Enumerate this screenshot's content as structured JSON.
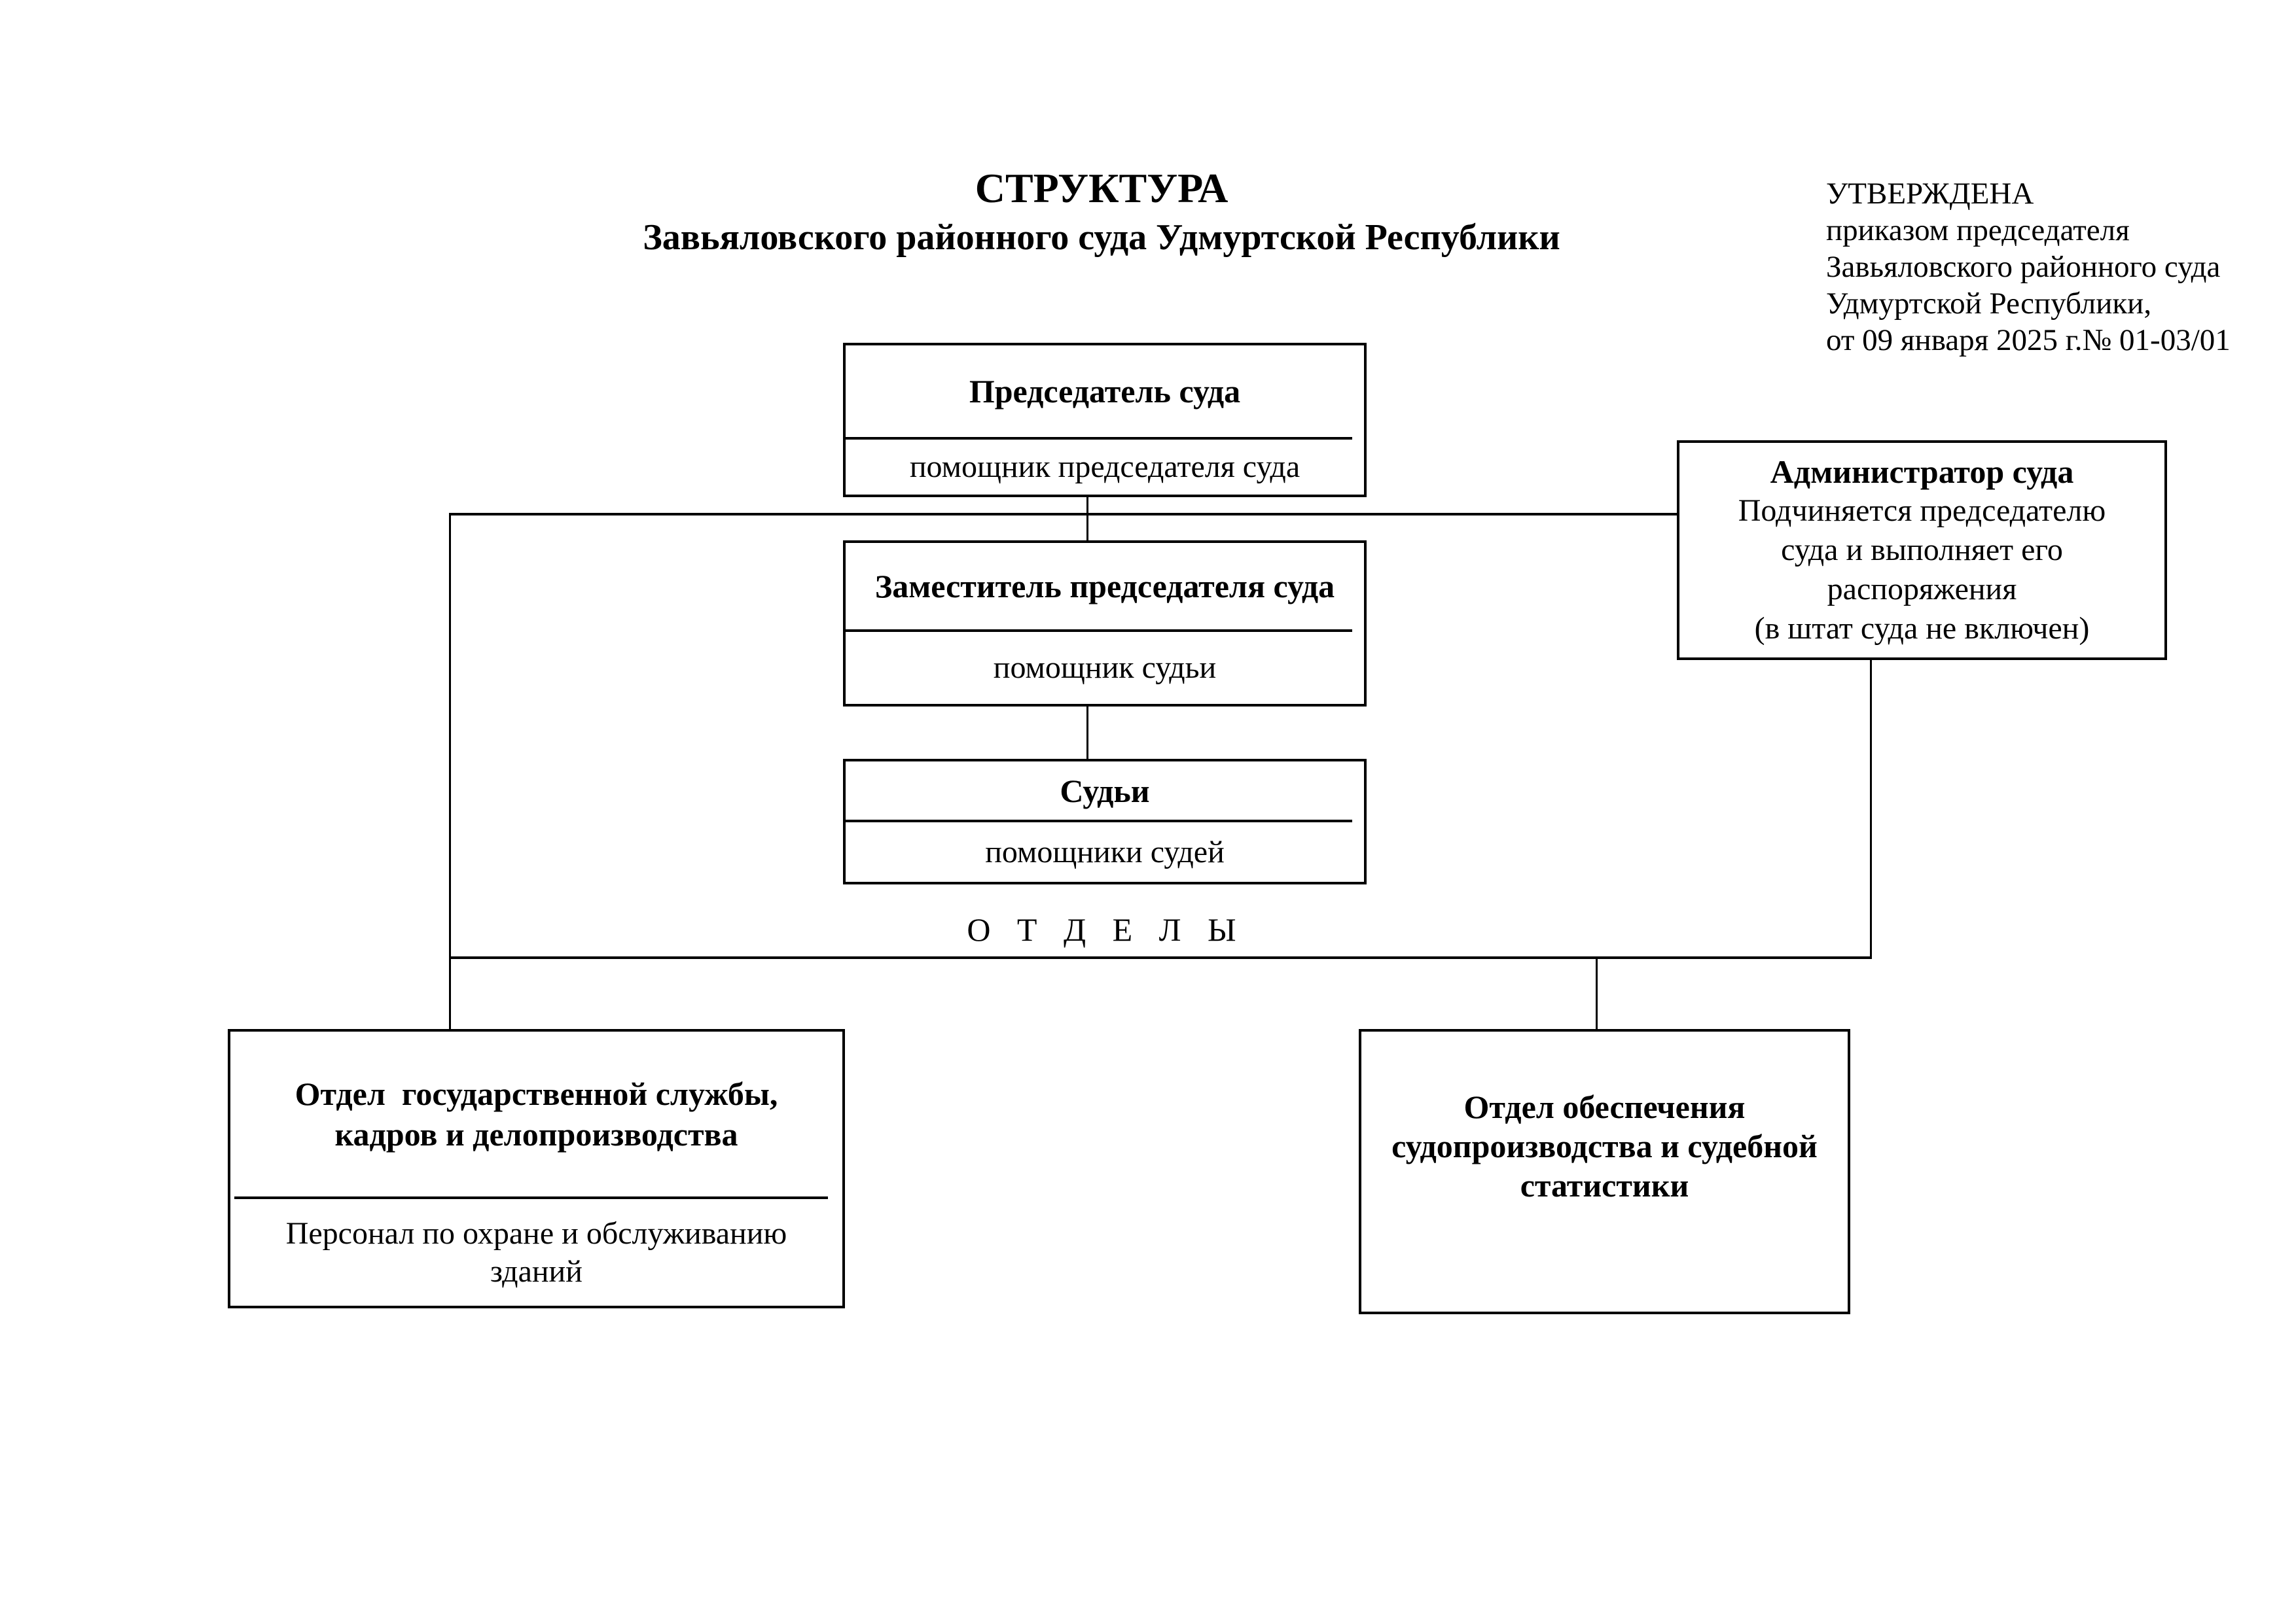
{
  "page": {
    "background": "#ffffff",
    "ink": "#000000"
  },
  "header": {
    "title": "СТРУКТУРА",
    "subtitle": "Завьяловского районного суда Удмуртской Республики"
  },
  "approval": {
    "lines": [
      "УТВЕРЖДЕНА",
      "приказом председателя",
      "Завьяловского районного суда",
      "Удмуртской Республики,",
      "от 09 января 2025 г.№ 01-03/01"
    ]
  },
  "org": {
    "chairman": {
      "title": "Председатель суда",
      "staff": "помощник председателя суда"
    },
    "deputy": {
      "title": "Заместитель председателя суда",
      "staff": "помощник судьи"
    },
    "judges": {
      "title": "Судьи",
      "staff": "помощники судей"
    },
    "administrator": {
      "title": "Администратор суда",
      "note_lines": [
        "Подчиняется председателю",
        "суда и выполняет его",
        "распоряжения",
        "(в штат суда не включен)"
      ]
    },
    "departments_label": "О Т Д Е Л Ы",
    "dept_personnel": {
      "title_lines": [
        "Отдел  государственной службы,",
        "кадров и делопроизводства"
      ],
      "staff_lines": [
        "Персонал по охране и обслуживанию",
        "зданий"
      ]
    },
    "dept_proceedings": {
      "title_lines": [
        "Отдел обеспечения",
        "судопроизводства и судебной",
        "статистики"
      ]
    }
  }
}
